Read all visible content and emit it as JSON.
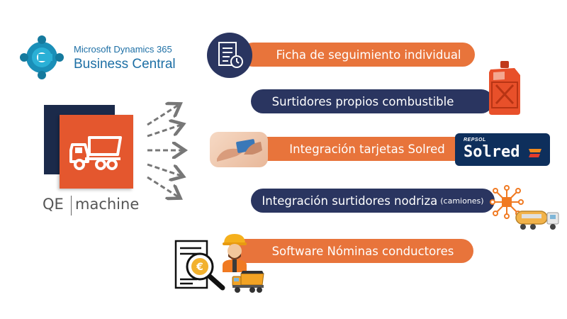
{
  "logo_ms": {
    "line1": "Microsoft Dynamics 365",
    "line2": "Business Central"
  },
  "logo_qe": {
    "left": "QE",
    "right": "machine"
  },
  "features": [
    {
      "label": "Ficha de seguimiento individual"
    },
    {
      "label": "Surtidores propios combustible"
    },
    {
      "label": "Integración tarjetas Solred"
    },
    {
      "label": "Integración surtidores nodriza",
      "sub": "(camiones)"
    },
    {
      "label": "Software Nóminas conductores"
    }
  ],
  "solred": {
    "top": "REPSOL",
    "main": "Solred"
  },
  "colors": {
    "orange": "#e8743b",
    "navy": "#2a3560",
    "ms_blue": "#1d6fa5",
    "qe_orange": "#e4572e",
    "qe_navy": "#1b2a4a"
  }
}
